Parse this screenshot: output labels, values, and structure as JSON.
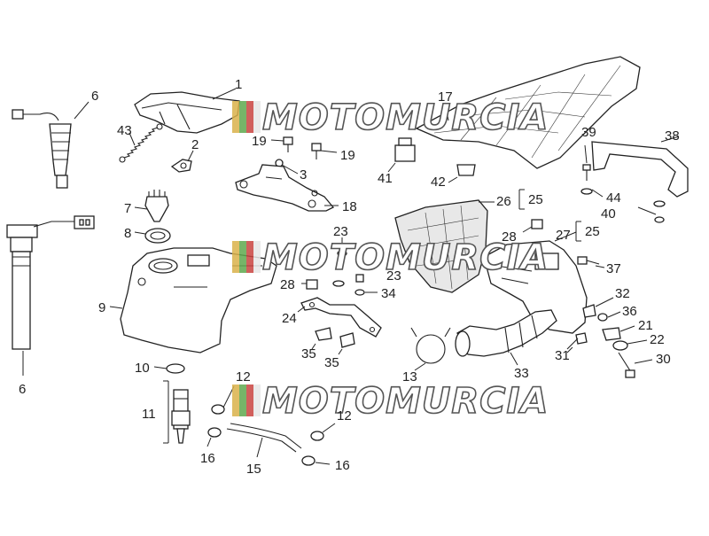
{
  "watermark": {
    "text": "MOTOMURCIA",
    "stripe_colors": [
      "#d9b24a",
      "#5ea84e",
      "#c9433f",
      "#e6e6e6"
    ]
  },
  "callouts": {
    "n1": "1",
    "n2": "2",
    "n3": "3",
    "n6a": "6",
    "n6b": "6",
    "n7": "7",
    "n8": "8",
    "n9": "9",
    "n10": "10",
    "n11": "11",
    "n12a": "12",
    "n12b": "12",
    "n13": "13",
    "n15": "15",
    "n16a": "16",
    "n16b": "16",
    "n17": "17",
    "n18": "18",
    "n19a": "19",
    "n19b": "19",
    "n21": "21",
    "n22": "22",
    "n23a": "23",
    "n23b": "23",
    "n24": "24",
    "n25a": "25",
    "n25b": "25",
    "n26": "26",
    "n27": "27",
    "n28a": "28",
    "n28b": "28",
    "n30": "30",
    "n31": "31",
    "n32": "32",
    "n33": "33",
    "n34": "34",
    "n35a": "35",
    "n35b": "35",
    "n36": "36",
    "n37": "37",
    "n38": "38",
    "n39": "39",
    "n40": "40",
    "n41": "41",
    "n42": "42",
    "n43": "43",
    "n44": "44"
  }
}
